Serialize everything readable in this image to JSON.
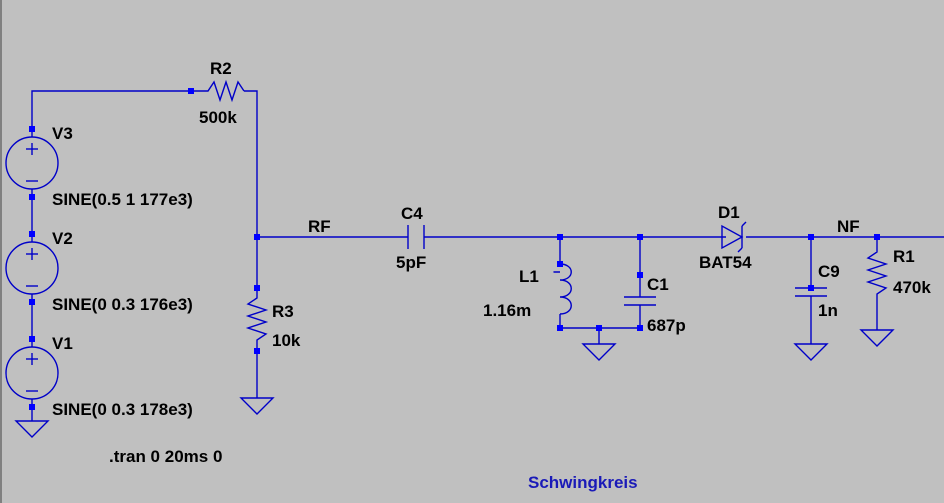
{
  "colors": {
    "background": "#c0c0c0",
    "wire": "#0000c8",
    "junction": "#0000ff",
    "text": "#000000",
    "comment": "#1a1ab8"
  },
  "components": {
    "R2": {
      "name": "R2",
      "value": "500k"
    },
    "R3": {
      "name": "R3",
      "value": "10k"
    },
    "R1": {
      "name": "R1",
      "value": "470k"
    },
    "C4": {
      "name": "C4",
      "value": "5pF"
    },
    "C1": {
      "name": "C1",
      "value": "687p"
    },
    "C9": {
      "name": "C9",
      "value": "1n"
    },
    "L1": {
      "name": "L1",
      "value": "1.16m"
    },
    "D1": {
      "name": "D1",
      "value": "BAT54"
    },
    "V3": {
      "name": "V3",
      "value": "SINE(0.5 1 177e3)"
    },
    "V2": {
      "name": "V2",
      "value": "SINE(0 0.3 176e3)"
    },
    "V1": {
      "name": "V1",
      "value": "SINE(0 0.3 178e3)"
    }
  },
  "nets": {
    "rf": "RF",
    "nf": "NF"
  },
  "directive": ".tran 0 20ms 0",
  "comment": "Schwingkreis"
}
